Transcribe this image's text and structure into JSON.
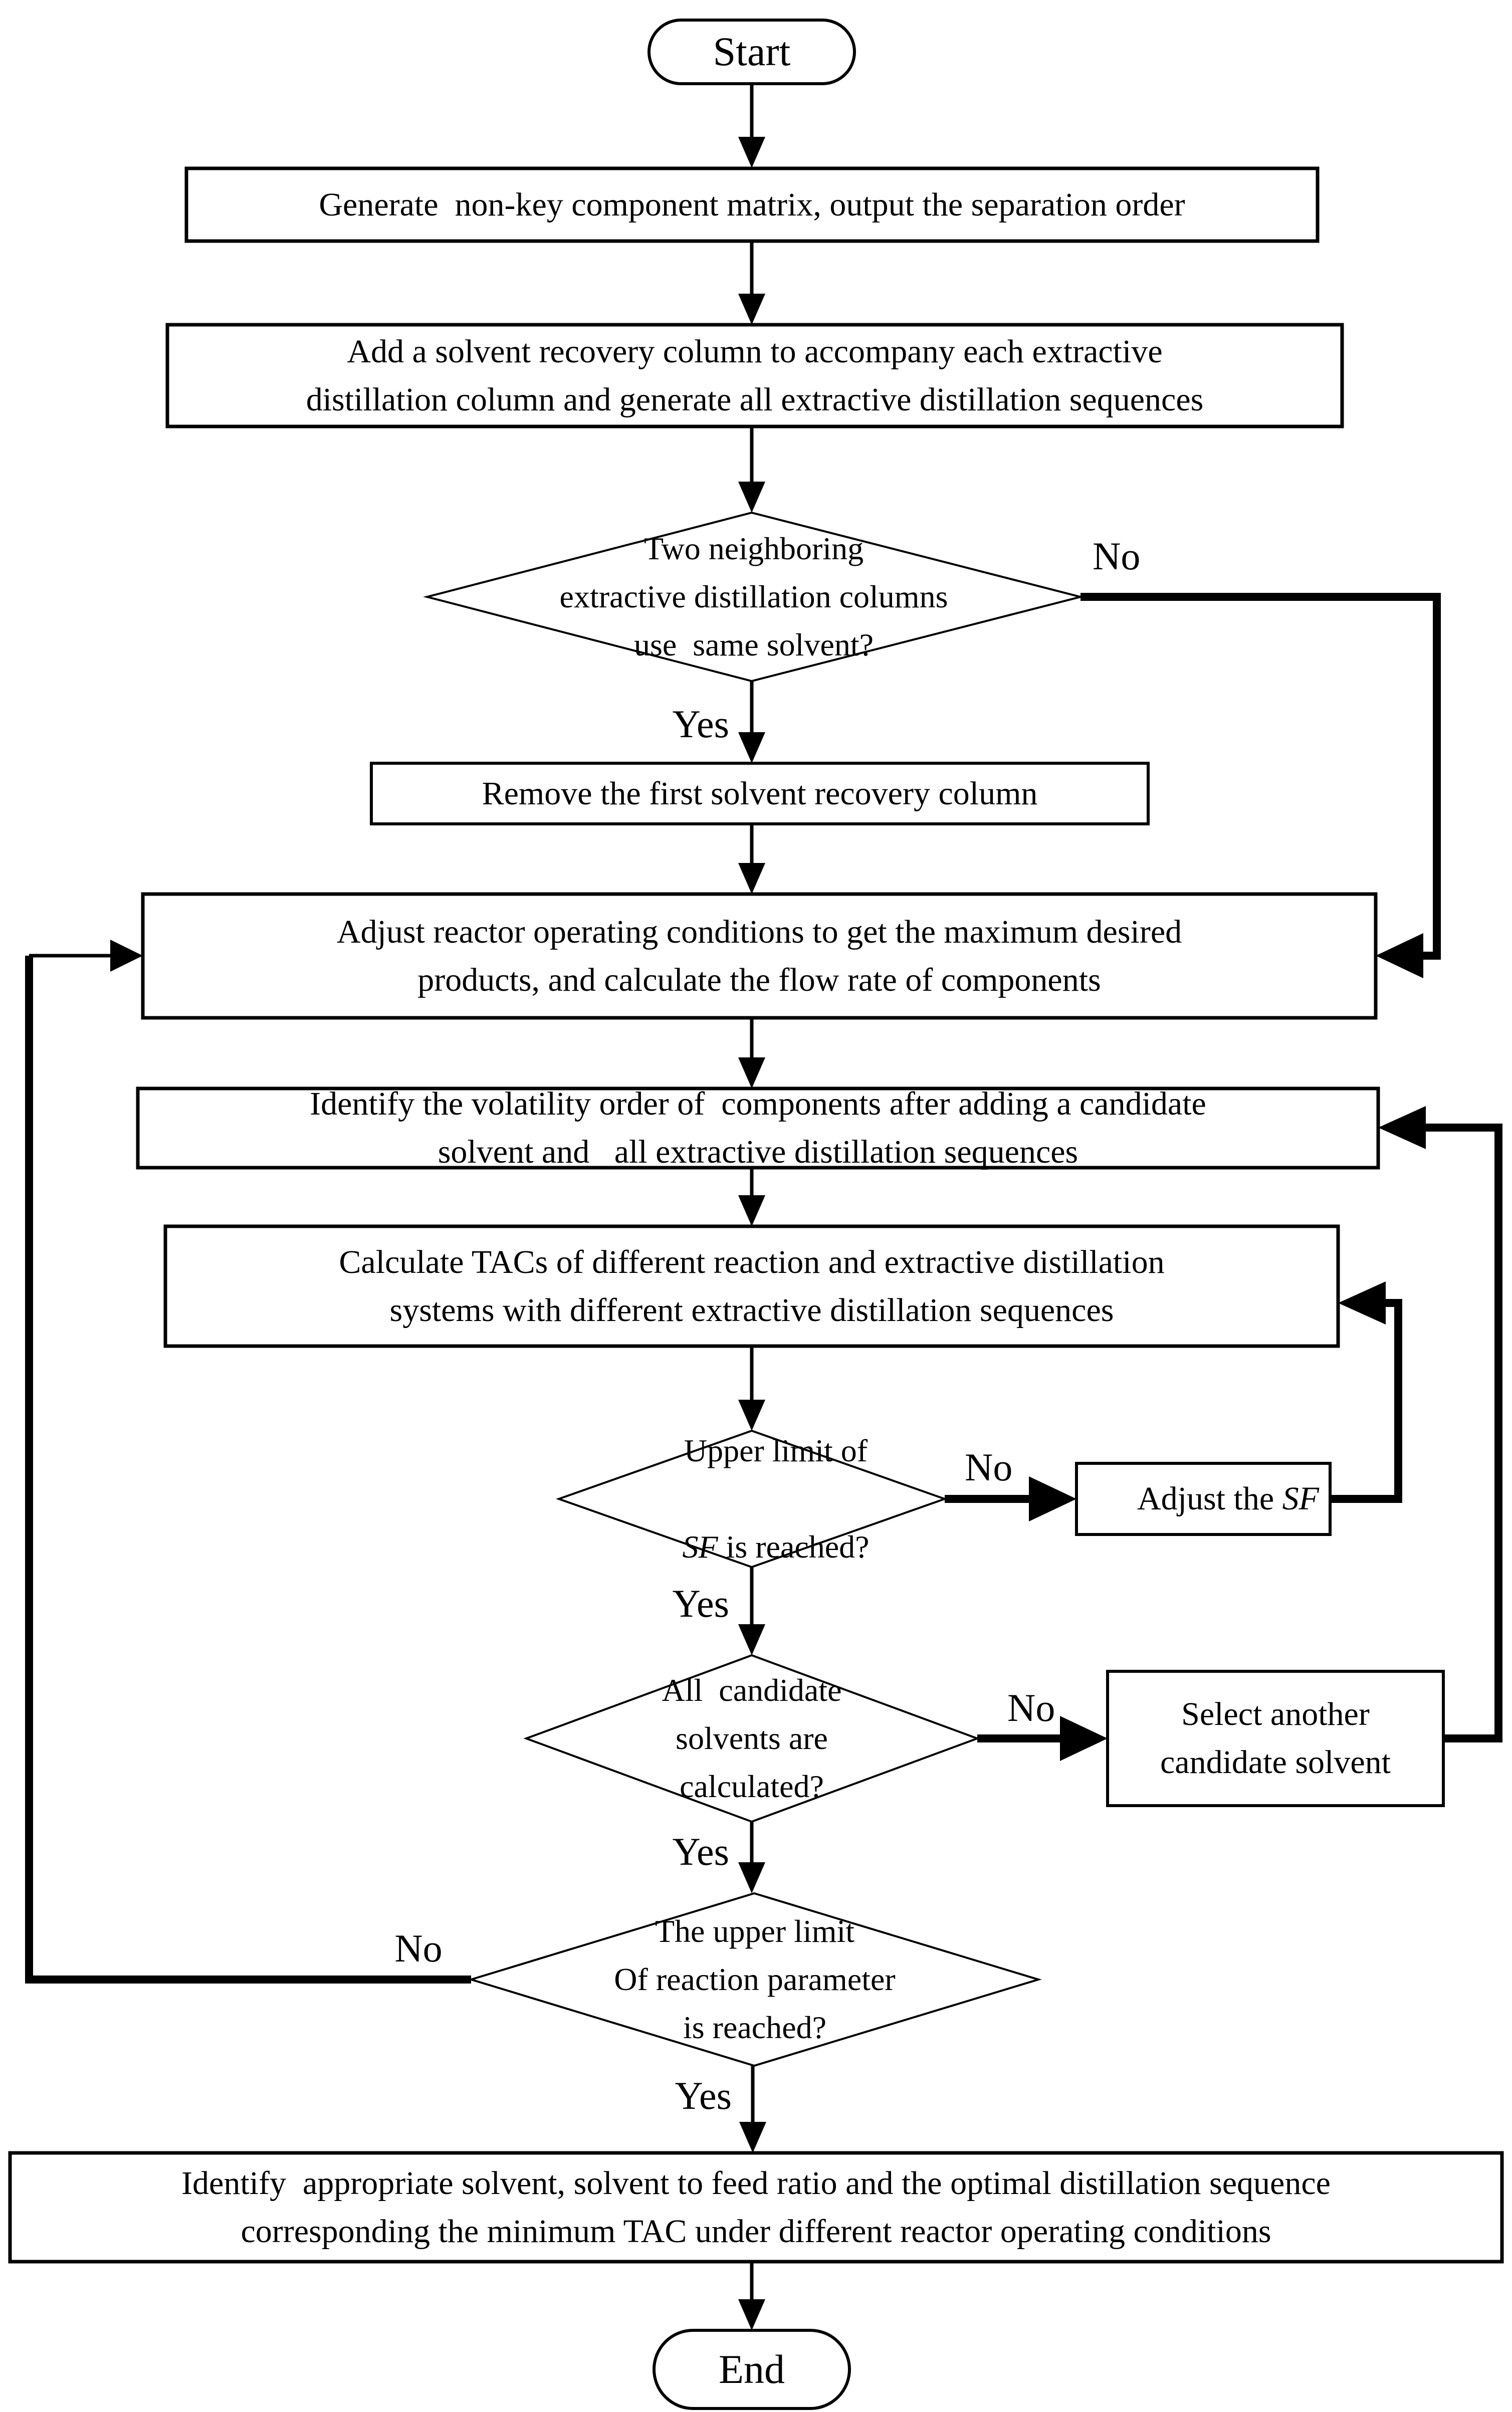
{
  "colors": {
    "background": "#ffffff",
    "line": "#000000",
    "text": "#000000"
  },
  "nodes": {
    "start": {
      "label": "Start"
    },
    "generate_matrix": {
      "label": "Generate  non-key component matrix, output the separation order"
    },
    "add_recovery": {
      "label": "Add a solvent recovery column to accompany each extractive\ndistillation column and generate all extractive distillation sequences"
    },
    "neighbor_solvent_decision": {
      "label": "Two neighboring\nextractive distillation columns\nuse  same solvent?"
    },
    "remove_first": {
      "label": "Remove the first solvent recovery column"
    },
    "adjust_reactor": {
      "label": "Adjust reactor operating conditions to get the maximum desired\nproducts, and calculate the flow rate of components"
    },
    "identify_volatility": {
      "label": "Identify the volatility order of  components after adding a candidate\nsolvent and   all extractive distillation sequences"
    },
    "calculate_tacs": {
      "label": "Calculate TACs of different reaction and extractive distillation\nsystems with different extractive distillation sequences"
    },
    "sf_limit_decision": {
      "line1": "Upper limit of",
      "italic": "SF",
      "line2_rest": " is reached?"
    },
    "adjust_sf": {
      "prefix": "Adjust the ",
      "italic": "SF"
    },
    "solvents_decision": {
      "label": "All  candidate\nsolvents are\ncalculated?"
    },
    "select_solvent": {
      "label": "Select another\ncandidate solvent"
    },
    "reaction_limit_decision": {
      "label": "The upper limit\nOf reaction parameter\nis reached?"
    },
    "identify_optimal": {
      "label": "Identify  appropriate solvent, solvent to feed ratio and the optimal distillation sequence\ncorresponding the minimum TAC under different reactor operating conditions"
    },
    "end": {
      "label": "End"
    }
  },
  "edge_labels": {
    "neighbor_yes": "Yes",
    "neighbor_no": "No",
    "sf_yes": "Yes",
    "sf_no": "No",
    "solvents_yes": "Yes",
    "solvents_no": "No",
    "reaction_yes": "Yes",
    "reaction_no": "No"
  }
}
